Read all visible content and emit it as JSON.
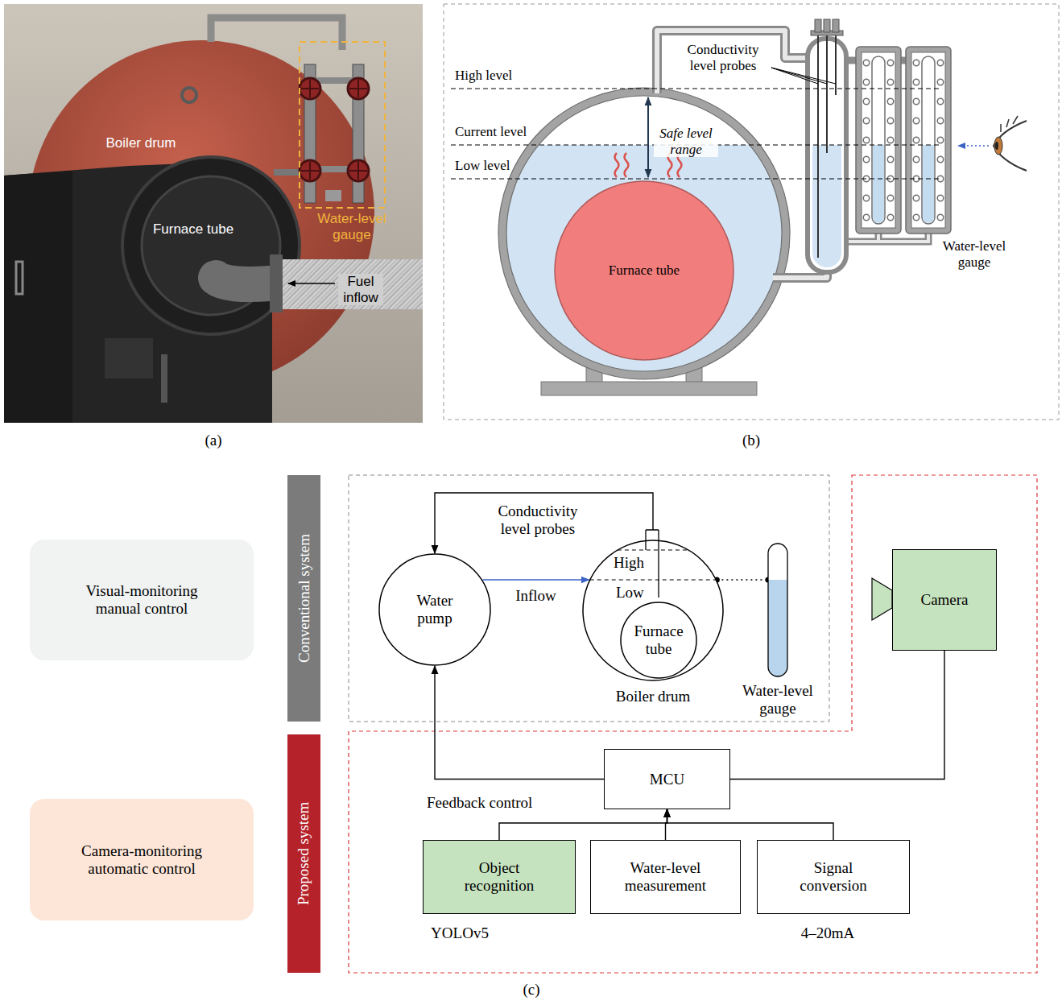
{
  "diagram": {
    "nodes": [
      {
        "text": [
          "Furnace tube"
        ]
      },
      {
        "text": [
          "Visual-monitoring manual control"
        ]
      },
      {
        "text": [
          "Camera-monitoring automatic control"
        ]
      },
      {
        "text": [
          "Conventional system"
        ]
      },
      {
        "text": [
          "Proposed system"
        ]
      },
      {
        "text": [
          "Water pump"
        ]
      },
      {
        "text": [
          "High",
          "Low",
          "Boiler drum"
        ]
      },
      {
        "text": [
          "Furnace tube"
        ],
        "in": 6
      },
      {
        "text": [
          "Water-level gauge"
        ]
      },
      {
        "text": [
          "Camera"
        ]
      },
      {
        "text": [
          "MCU"
        ]
      },
      {
        "text": [
          "Object recognition",
          "YOLOv5"
        ]
      },
      {
        "text": [
          "Water-level measurement"
        ]
      },
      {
        "text": [
          "Signal conversion",
          "4–20mA"
        ]
      }
    ],
    "edges": [
      {
        "from": 5,
        "to": 6,
        "label": "Inflow",
        "arrow": "to"
      },
      {
        "from": 6,
        "to": 5,
        "arrow": "to"
      },
      {
        "from": 6,
        "to": 8,
        "arrow": "none"
      },
      {
        "from": 10,
        "to": 5,
        "label": "Feedback control",
        "arrow": "to"
      },
      {
        "from": 9,
        "to": 10,
        "arrow": "none"
      },
      {
        "from": 11,
        "to": 10,
        "arrow": "to"
      },
      {
        "from": 12,
        "to": 10,
        "arrow": "to"
      },
      {
        "from": 13,
        "to": 10,
        "arrow": "to"
      }
    ],
    "labels": [
      "Boiler drum",
      "Furnace tube",
      "Water-level gauge",
      "Fuel inflow",
      "(a)",
      "High level",
      "Current level",
      "Low level",
      "Safe level range",
      "Conductivity level probes",
      "Water-level gauge",
      "(b)",
      "Conductivity level probes",
      "(c)"
    ]
  }
}
